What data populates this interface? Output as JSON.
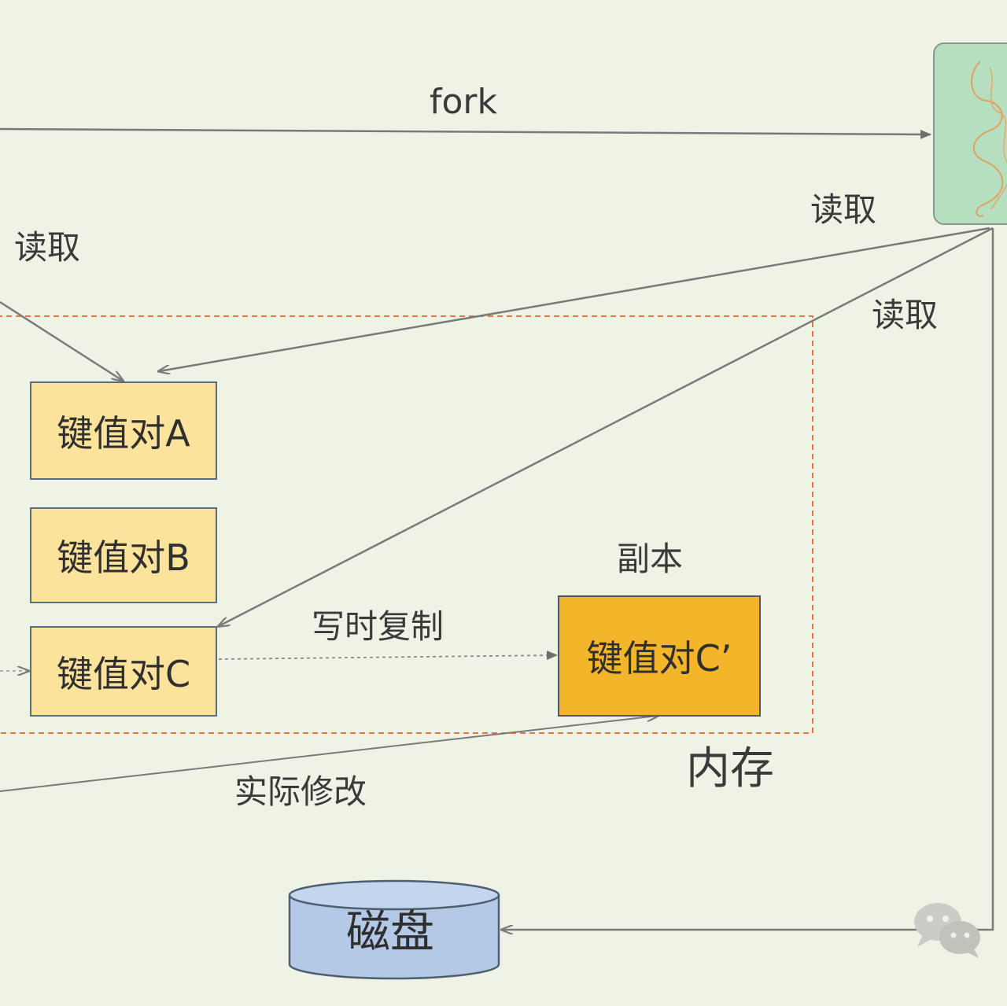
{
  "labels": {
    "fork": "fork",
    "read_left": "读取",
    "read_upper_right": "读取",
    "read_right": "读取",
    "copy_title": "副本",
    "copy_on_write": "写时复制",
    "actual_modify": "实际修改",
    "memory": "内存",
    "disk": "磁盘"
  },
  "kv_pairs": [
    {
      "label": "键值对A"
    },
    {
      "label": "键值对B"
    },
    {
      "label": "键值对C"
    }
  ],
  "kv_copy": {
    "label": "键值对C’"
  },
  "colors": {
    "background": "#eff3e6",
    "kv_fill": "#fbe39b",
    "kv_copy_fill": "#f3b52a",
    "child_process_fill": "#b6dfbf",
    "disk_fill": "#b3c9e6",
    "memory_border": "#e9763f",
    "arrow": "#7a7a7a"
  },
  "icons": {
    "child_process": "scribble-process-icon",
    "disk": "cylinder-disk-icon",
    "watermark": "wechat-icon"
  }
}
